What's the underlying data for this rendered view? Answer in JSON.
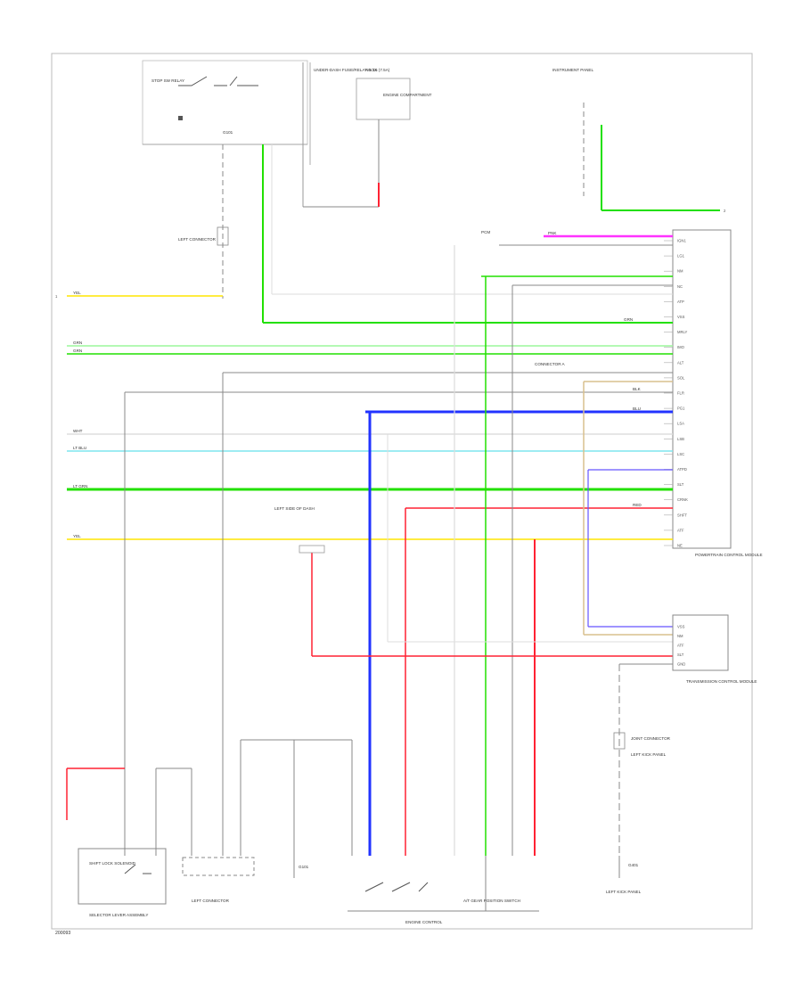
{
  "diagram": {
    "footer_code": "200093",
    "bottom_center_label": "ENGINE CONTROL",
    "terminal_labels": {
      "sheet_edge": "1",
      "top_right_edge": "2"
    },
    "colors": {
      "yellow": "#ffe600",
      "green": "#22e000",
      "light_green": "#9cf79c",
      "cyan": "#7fe6ee",
      "blue": "#2233ff",
      "red": "#ff2233",
      "magenta": "#ff33ff",
      "gray": "#8a8a8a",
      "tan": "#d9c08e",
      "light_gray": "#c8c8c8",
      "purple": "#6655ff"
    },
    "wires": [
      {
        "id": "w1",
        "label": "YEL"
      },
      {
        "id": "w2",
        "label": "GRN"
      },
      {
        "id": "w3",
        "label": "GRN"
      },
      {
        "id": "w4",
        "label": "WHT"
      },
      {
        "id": "w5",
        "label": "LT BLU"
      },
      {
        "id": "w6",
        "label": "LT GRN"
      },
      {
        "id": "w7",
        "label": "YEL"
      },
      {
        "id": "w8",
        "label": "GRN"
      },
      {
        "id": "w9",
        "label": "PNK"
      },
      {
        "id": "w10",
        "label": "BLU"
      },
      {
        "id": "w11",
        "label": "RED"
      },
      {
        "id": "w12",
        "label": "BLK"
      }
    ],
    "components": {
      "brake_switch": "STOP SW RELAY",
      "ignition_note": "UNDER-DASH FUSE/RELAY BOX",
      "fuse": "No. 15 (7.5A)",
      "fuse_note": "ENGINE COMPARTMENT",
      "top_right_note": "INSTRUMENT PANEL",
      "left_connector": "LEFT CONNECTOR",
      "pcm_top": "PCM",
      "pcm_mid": "CONNECTOR A",
      "pcm": "POWERTRAIN CONTROL MODULE",
      "tcm": "TRANSMISSION CONTROL MODULE",
      "shift_lock": "SHIFT LOCK SOLENOID",
      "selector": "SELECTOR LEVER ASSEMBLY",
      "switch": "A/T GEAR POSITION SWITCH",
      "ground_left": "G101",
      "ground_right": "G401",
      "kick_panel": "LEFT KICK PANEL",
      "mid_connector": "LEFT SIDE OF DASH",
      "right_connector": "JOINT CONNECTOR"
    },
    "pcm_pins": [
      "IGN1",
      "LG1",
      "NM",
      "NC",
      "ATP",
      "VSS",
      "MRLY",
      "IMO",
      "ALT",
      "SOL",
      "FLR",
      "PG1",
      "LSA",
      "LSB",
      "LSC",
      "ATPD",
      "SLT",
      "CRNK",
      "SHFT",
      "ATF",
      "NE"
    ],
    "tcm_pins": [
      "VSS",
      "NM",
      "ATF",
      "SLT",
      "GND"
    ]
  }
}
